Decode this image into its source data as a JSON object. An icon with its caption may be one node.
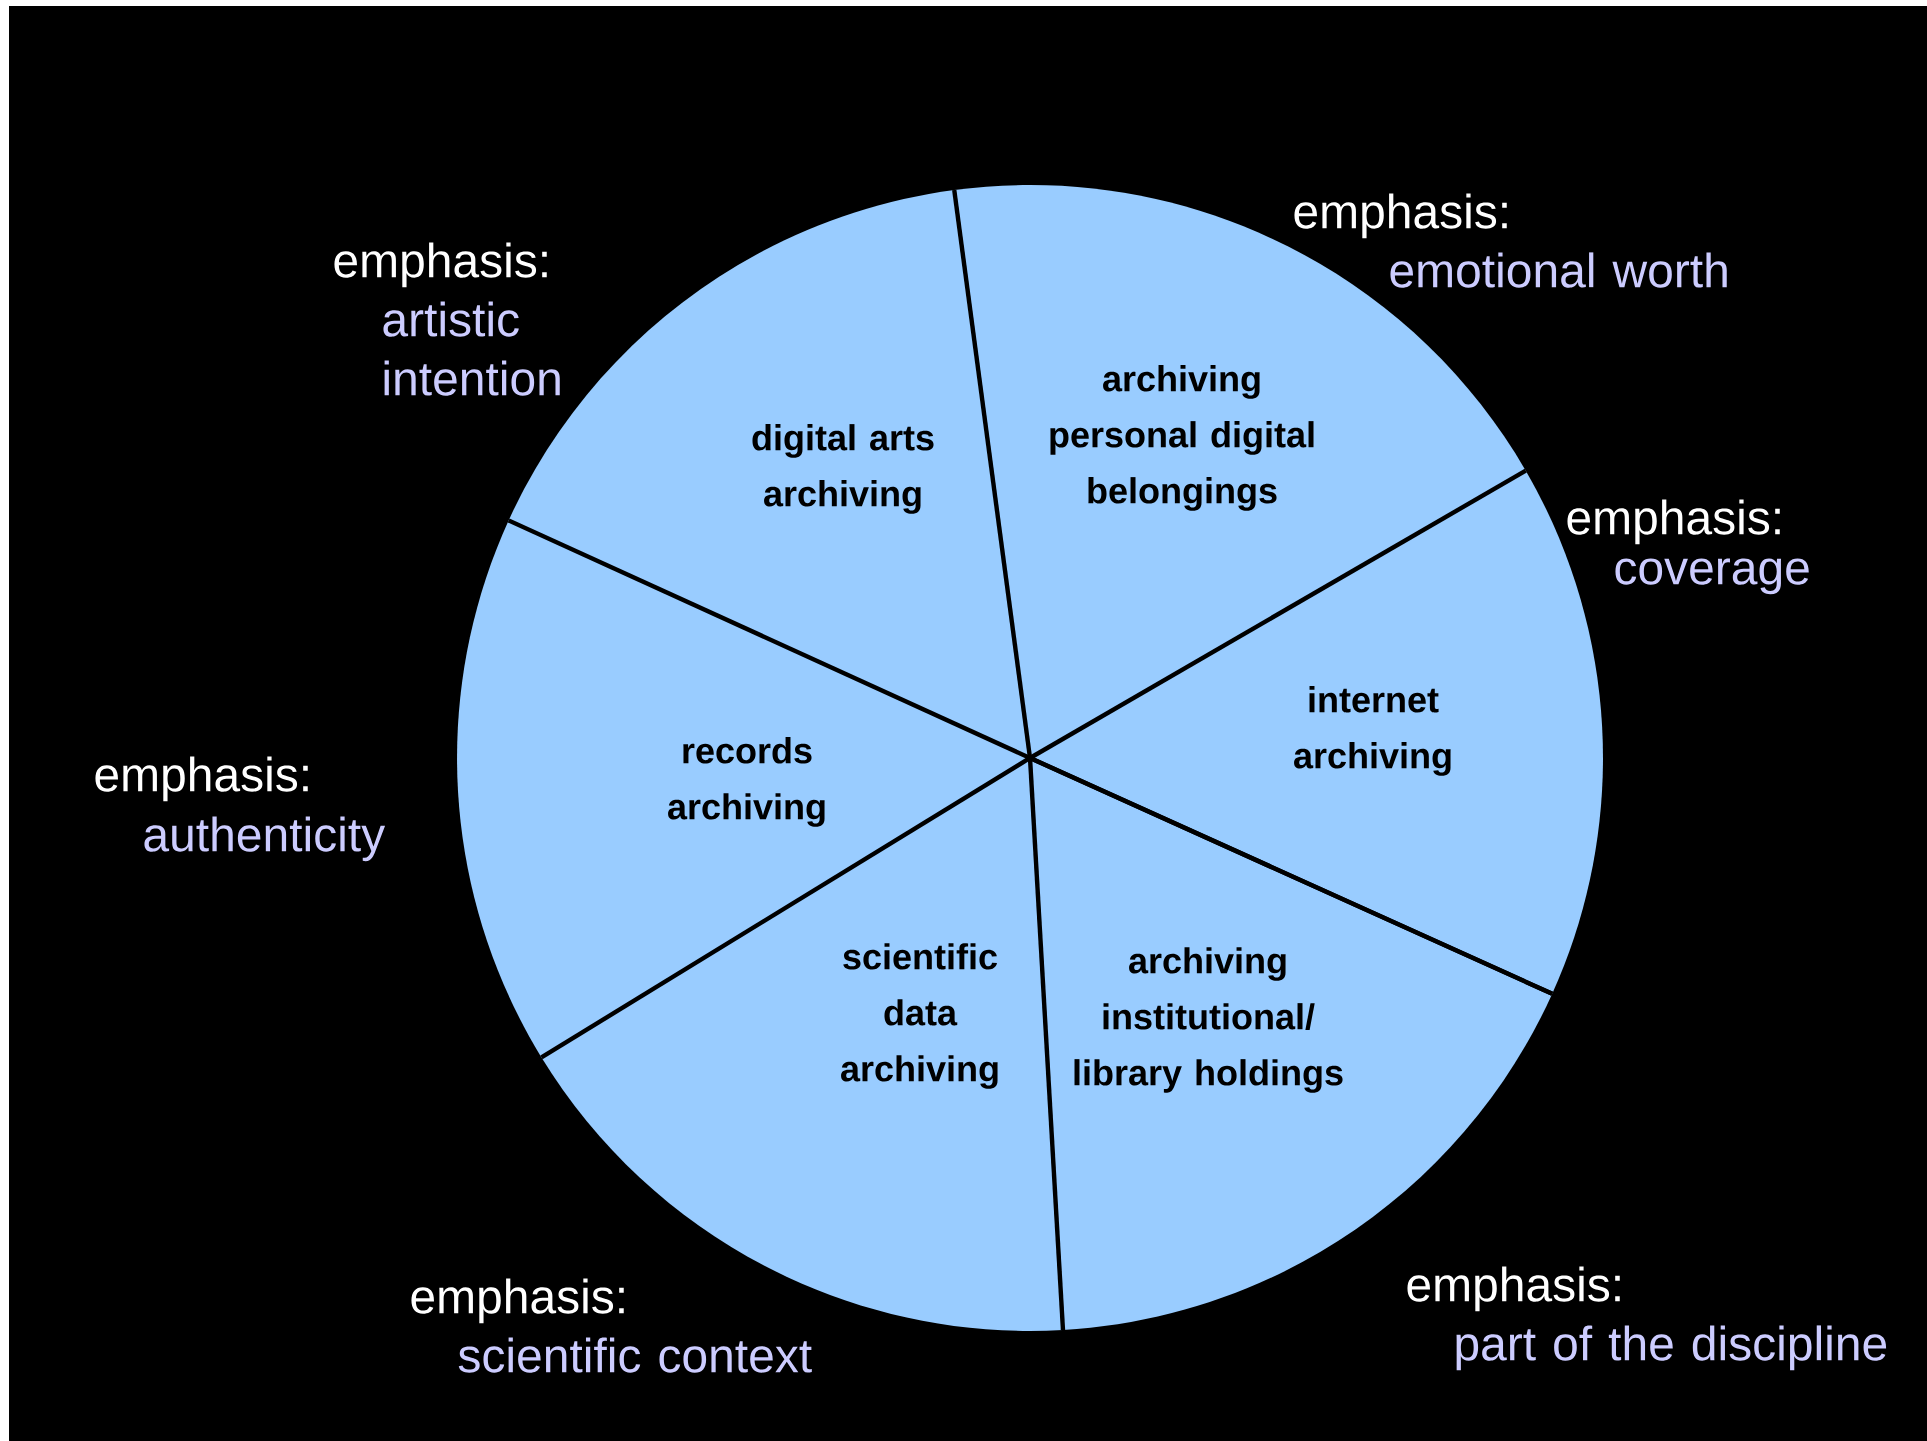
{
  "diagram": {
    "nodes": [
      {
        "text": [
          "archiving personal digital belongings"
        ],
        "beside": [
          "emphasis:",
          "emotional worth"
        ]
      },
      {
        "text": [
          "digital arts archiving"
        ],
        "beside": [
          "emphasis:",
          "artistic intention"
        ]
      },
      {
        "text": [
          "internet archiving"
        ],
        "beside": [
          "emphasis:",
          "coverage"
        ]
      },
      {
        "text": [
          "records archiving"
        ],
        "beside": [
          "emphasis:",
          "authenticity"
        ]
      },
      {
        "text": [
          "archiving institutional/ library holdings"
        ],
        "beside": [
          "emphasis:",
          "part of the discipline"
        ]
      },
      {
        "text": [
          "scientific data archiving"
        ],
        "beside": [
          "emphasis:",
          "scientific context"
        ]
      }
    ]
  }
}
